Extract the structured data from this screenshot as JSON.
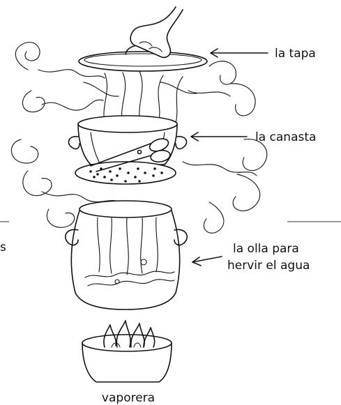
{
  "labels": {
    "lid": "la tapa",
    "basket": "la canasta",
    "pot_line1": "la olla para",
    "pot_line2": "hervir el agua",
    "caption": "vaporera",
    "edge_fragment": "s"
  }
}
